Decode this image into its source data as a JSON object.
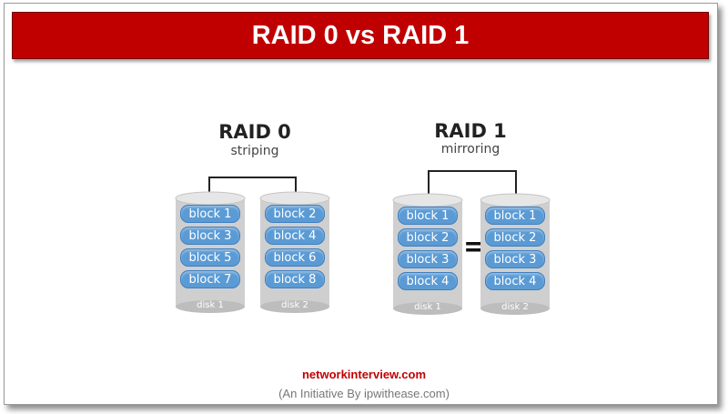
{
  "header": {
    "title": "RAID 0 vs RAID 1"
  },
  "raid0": {
    "title": "RAID 0",
    "subtitle": "striping",
    "disks": [
      {
        "label": "disk 1",
        "blocks": [
          "block 1",
          "block 3",
          "block 5",
          "block 7"
        ]
      },
      {
        "label": "disk 2",
        "blocks": [
          "block 2",
          "block 4",
          "block 6",
          "block 8"
        ]
      }
    ]
  },
  "raid1": {
    "title": "RAID 1",
    "subtitle": "mirroring",
    "equals": "=",
    "disks": [
      {
        "label": "disk 1",
        "blocks": [
          "block 1",
          "block 2",
          "block 3",
          "block 4"
        ]
      },
      {
        "label": "disk 2",
        "blocks": [
          "block 1",
          "block 2",
          "block 3",
          "block 4"
        ]
      }
    ]
  },
  "footer": {
    "site": "networkinterview.com",
    "tagline": "(An Initiative By ipwithease.com)"
  },
  "colors": {
    "banner": "#c00000",
    "block": "#5b9bd5",
    "disk_body": "#cfcfcf"
  }
}
